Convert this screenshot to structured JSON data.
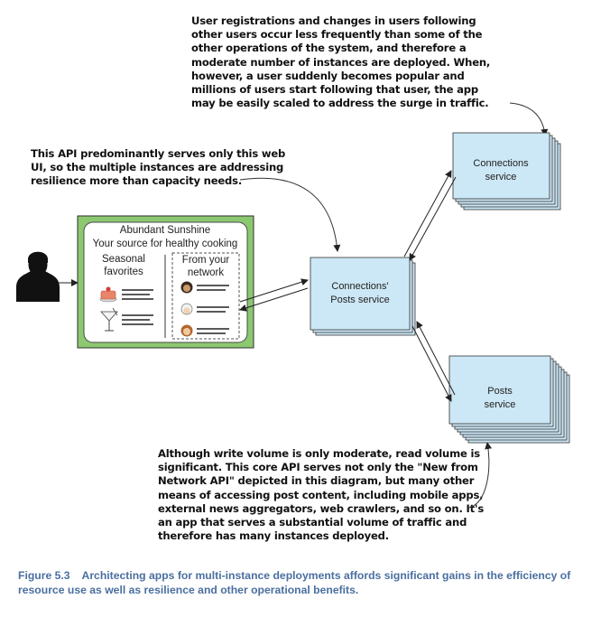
{
  "notes": {
    "top": [
      "User registrations and changes in users following",
      "other users occur less frequently than some of the",
      "other operations of the system, and therefore a",
      "moderate number of instances are deployed. When,",
      "however, a user suddenly becomes popular and",
      "millions of users start following that user, the app",
      "may be easily scaled to address the surge in traffic."
    ],
    "left": [
      "This API predominantly serves only this web",
      "UI, so the multiple instances are addressing",
      "resilience more than capacity needs."
    ],
    "bottom": [
      "Although write volume is only moderate, read volume is",
      "significant. This core API serves not only the \"New from",
      "Network API\" depicted in this diagram, but many other",
      "means of accessing post content, including mobile apps,",
      "external news aggregators, web crawlers, and so on. It's",
      "an app that serves a substantial volume of traffic and",
      "therefore has many instances deployed."
    ]
  },
  "ui": {
    "title": "Abundant Sunshine",
    "subtitle": "Your source for healthy cooking",
    "seasonal_line1": "Seasonal",
    "seasonal_line2": "favorites",
    "network_line1": "From your",
    "network_line2": "network"
  },
  "services": {
    "connections_line1": "Connections",
    "connections_line2": "service",
    "connposts_line1": "Connections'",
    "connposts_line2": "Posts service",
    "posts_line1": "Posts",
    "posts_line2": "service"
  },
  "caption": {
    "label": "Figure 5.3",
    "text": "Architecting apps for multi-instance deployments affords significant gains in the efficiency of resource use as well as resilience and other operational benefits."
  },
  "colors": {
    "service_fill": "#cce7f5",
    "ui_frame": "#8cc870",
    "caption": "#4a6fa0"
  }
}
